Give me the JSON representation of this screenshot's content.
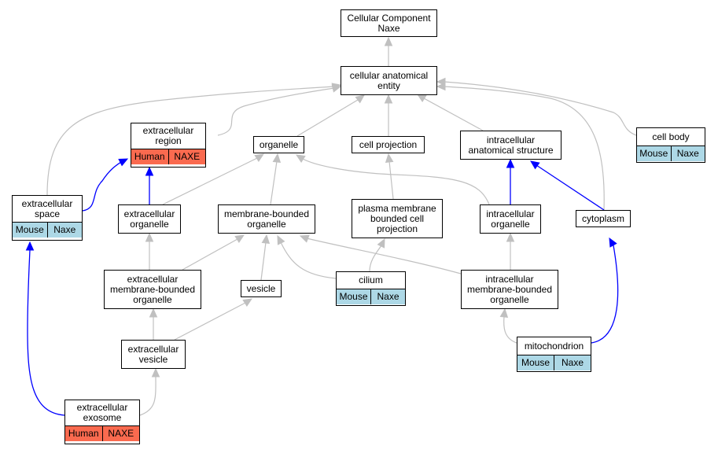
{
  "nodes": {
    "root": {
      "label": "Cellular Component\nNaxe"
    },
    "cae": {
      "label": "cellular anatomical\nentity"
    },
    "ecregion": {
      "label": "extracellular\nregion",
      "tags": [
        "Human",
        "NAXE"
      ]
    },
    "organelle": {
      "label": "organelle"
    },
    "cellproj": {
      "label": "cell projection"
    },
    "ias": {
      "label": "intracellular\nanatomical structure"
    },
    "cellbody": {
      "label": "cell body",
      "tags": [
        "Mouse",
        "Naxe"
      ]
    },
    "ecspace": {
      "label": "extracellular\nspace",
      "tags": [
        "Mouse",
        "Naxe"
      ]
    },
    "ecorganelle": {
      "label": "extracellular\norganelle"
    },
    "mbo": {
      "label": "membrane-bounded\norganelle"
    },
    "pmbcp": {
      "label": "plasma membrane\nbounded cell\nprojection"
    },
    "icorganelle": {
      "label": "intracellular\norganelle"
    },
    "cytoplasm": {
      "label": "cytoplasm"
    },
    "ecmbo": {
      "label": "extracellular\nmembrane-bounded\norganelle"
    },
    "vesicle": {
      "label": "vesicle"
    },
    "cilium": {
      "label": "cilium",
      "tags": [
        "Mouse",
        "Naxe"
      ]
    },
    "icmbo": {
      "label": "intracellular\nmembrane-bounded\norganelle"
    },
    "ecvesicle": {
      "label": "extracellular\nvesicle"
    },
    "mito": {
      "label": "mitochondrion",
      "tags": [
        "Mouse",
        "Naxe"
      ]
    },
    "exosome": {
      "label": "extracellular\nexosome",
      "tags": [
        "Human",
        "NAXE"
      ]
    }
  },
  "colors": {
    "edge_default": "#c0c0c0",
    "edge_highlight": "#0000ff",
    "tag_mouse": "#add8e6",
    "tag_human": "#fa6a4f"
  }
}
